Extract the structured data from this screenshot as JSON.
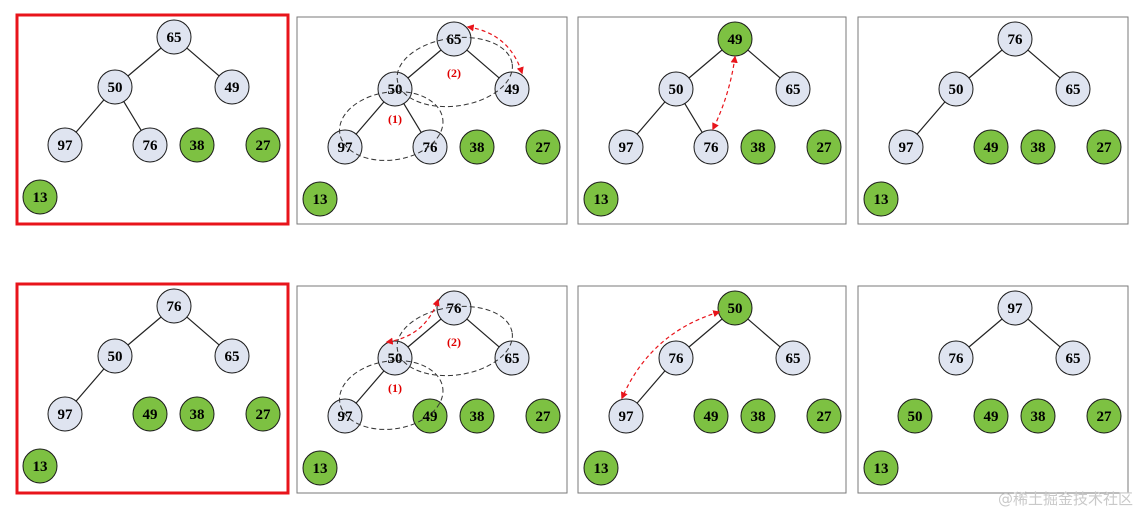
{
  "colors": {
    "unsorted_fill": "#dfe4f0",
    "sorted_fill": "#7dc142",
    "node_stroke": "#1a1a1a",
    "highlight_border": "#e8141b",
    "swap_arrow": "#e8141b"
  },
  "panels": [
    {
      "highlight": true,
      "nodes": [
        {
          "label": "65",
          "state": "unsorted"
        },
        {
          "label": "50",
          "state": "unsorted"
        },
        {
          "label": "49",
          "state": "unsorted"
        },
        {
          "label": "97",
          "state": "unsorted"
        },
        {
          "label": "76",
          "state": "unsorted"
        },
        {
          "label": "38",
          "state": "sorted"
        },
        {
          "label": "27",
          "state": "sorted"
        },
        {
          "label": "13",
          "state": "sorted"
        }
      ],
      "edges": [
        [
          0,
          1
        ],
        [
          0,
          2
        ],
        [
          1,
          3
        ],
        [
          1,
          4
        ]
      ]
    },
    {
      "highlight": false,
      "nodes": [
        {
          "label": "65",
          "state": "unsorted"
        },
        {
          "label": "50",
          "state": "unsorted"
        },
        {
          "label": "49",
          "state": "unsorted"
        },
        {
          "label": "97",
          "state": "unsorted"
        },
        {
          "label": "76",
          "state": "unsorted"
        },
        {
          "label": "38",
          "state": "sorted"
        },
        {
          "label": "27",
          "state": "sorted"
        },
        {
          "label": "13",
          "state": "sorted"
        }
      ],
      "edges": [
        [
          0,
          1
        ],
        [
          0,
          2
        ],
        [
          1,
          3
        ],
        [
          1,
          4
        ]
      ],
      "step_labels": [
        "(1)",
        "(2)"
      ]
    },
    {
      "highlight": false,
      "nodes": [
        {
          "label": "49",
          "state": "sorted"
        },
        {
          "label": "50",
          "state": "unsorted"
        },
        {
          "label": "65",
          "state": "unsorted"
        },
        {
          "label": "97",
          "state": "unsorted"
        },
        {
          "label": "76",
          "state": "unsorted"
        },
        {
          "label": "38",
          "state": "sorted"
        },
        {
          "label": "27",
          "state": "sorted"
        },
        {
          "label": "13",
          "state": "sorted"
        }
      ],
      "edges": [
        [
          0,
          1
        ],
        [
          0,
          2
        ],
        [
          1,
          3
        ],
        [
          1,
          4
        ]
      ]
    },
    {
      "highlight": false,
      "nodes": [
        {
          "label": "76",
          "state": "unsorted"
        },
        {
          "label": "50",
          "state": "unsorted"
        },
        {
          "label": "65",
          "state": "unsorted"
        },
        {
          "label": "97",
          "state": "unsorted"
        },
        {
          "label": "49",
          "state": "sorted"
        },
        {
          "label": "38",
          "state": "sorted"
        },
        {
          "label": "27",
          "state": "sorted"
        },
        {
          "label": "13",
          "state": "sorted"
        }
      ],
      "edges": [
        [
          0,
          1
        ],
        [
          0,
          2
        ],
        [
          1,
          3
        ]
      ]
    },
    {
      "highlight": true,
      "nodes": [
        {
          "label": "76",
          "state": "unsorted"
        },
        {
          "label": "50",
          "state": "unsorted"
        },
        {
          "label": "65",
          "state": "unsorted"
        },
        {
          "label": "97",
          "state": "unsorted"
        },
        {
          "label": "49",
          "state": "sorted"
        },
        {
          "label": "38",
          "state": "sorted"
        },
        {
          "label": "27",
          "state": "sorted"
        },
        {
          "label": "13",
          "state": "sorted"
        }
      ],
      "edges": [
        [
          0,
          1
        ],
        [
          0,
          2
        ],
        [
          1,
          3
        ]
      ]
    },
    {
      "highlight": false,
      "nodes": [
        {
          "label": "76",
          "state": "unsorted"
        },
        {
          "label": "50",
          "state": "unsorted"
        },
        {
          "label": "65",
          "state": "unsorted"
        },
        {
          "label": "97",
          "state": "unsorted"
        },
        {
          "label": "49",
          "state": "sorted"
        },
        {
          "label": "38",
          "state": "sorted"
        },
        {
          "label": "27",
          "state": "sorted"
        },
        {
          "label": "13",
          "state": "sorted"
        }
      ],
      "edges": [
        [
          0,
          1
        ],
        [
          0,
          2
        ],
        [
          1,
          3
        ]
      ],
      "step_labels": [
        "(1)",
        "(2)"
      ]
    },
    {
      "highlight": false,
      "nodes": [
        {
          "label": "50",
          "state": "sorted"
        },
        {
          "label": "76",
          "state": "unsorted"
        },
        {
          "label": "65",
          "state": "unsorted"
        },
        {
          "label": "97",
          "state": "unsorted"
        },
        {
          "label": "49",
          "state": "sorted"
        },
        {
          "label": "38",
          "state": "sorted"
        },
        {
          "label": "27",
          "state": "sorted"
        },
        {
          "label": "13",
          "state": "sorted"
        }
      ],
      "edges": [
        [
          0,
          1
        ],
        [
          0,
          2
        ],
        [
          1,
          3
        ]
      ]
    },
    {
      "highlight": false,
      "nodes": [
        {
          "label": "97",
          "state": "unsorted"
        },
        {
          "label": "76",
          "state": "unsorted"
        },
        {
          "label": "65",
          "state": "unsorted"
        },
        {
          "label": "50",
          "state": "sorted"
        },
        {
          "label": "49",
          "state": "sorted"
        },
        {
          "label": "38",
          "state": "sorted"
        },
        {
          "label": "27",
          "state": "sorted"
        },
        {
          "label": "13",
          "state": "sorted"
        }
      ],
      "edges": [
        [
          0,
          1
        ],
        [
          0,
          2
        ]
      ]
    }
  ],
  "watermark": "@稀土掘金技术社区"
}
